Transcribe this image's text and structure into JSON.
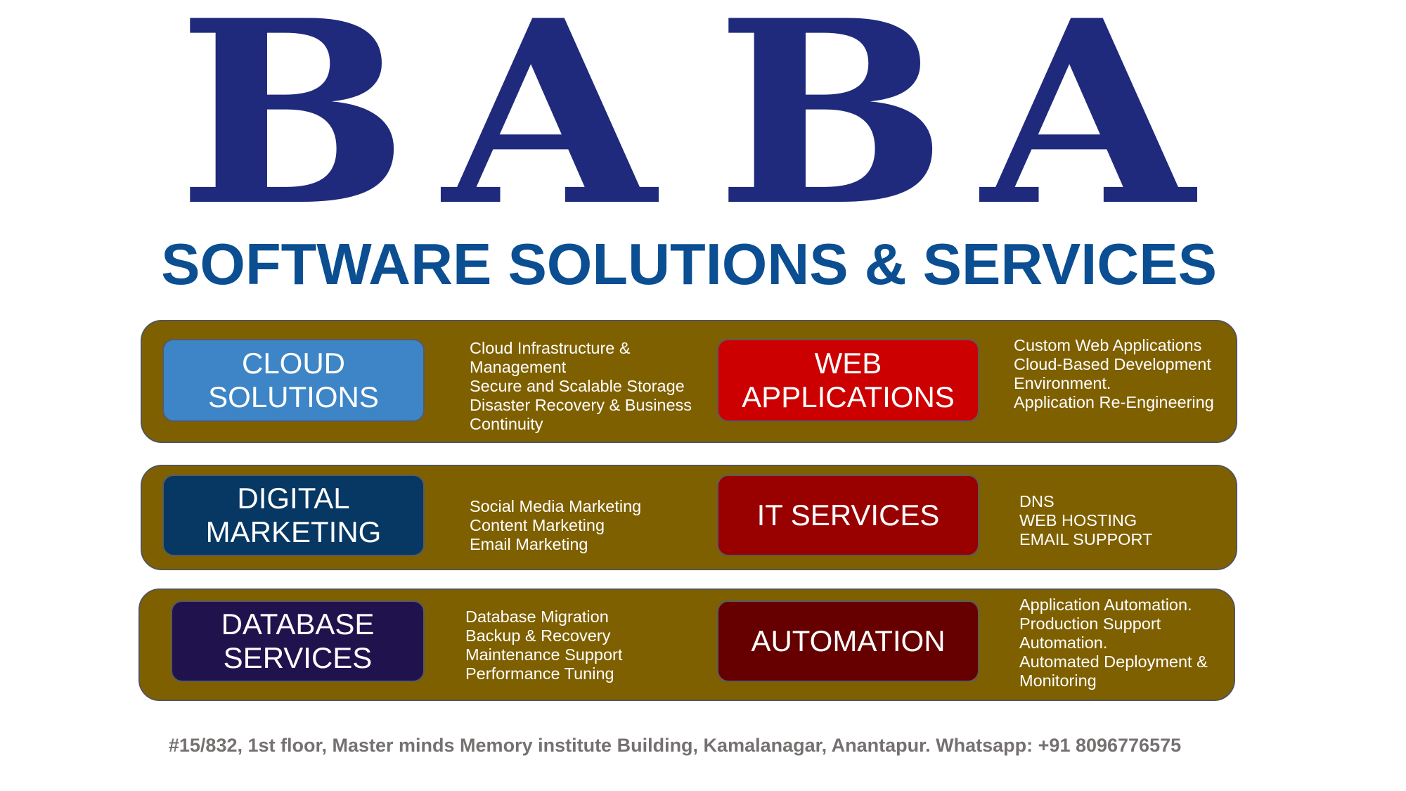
{
  "brand": {
    "letters": [
      "B",
      "A",
      "B",
      "A"
    ],
    "tagline": "SOFTWARE SOLUTIONS & SERVICES",
    "color": "#1f2a7c",
    "tagline_color": "#0b4e91"
  },
  "colors": {
    "band": "#7f6000",
    "cloud": "#3d85c6",
    "web": "#cc0000",
    "digital": "#073763",
    "it": "#990000",
    "database": "#20124d",
    "automation": "#660000"
  },
  "services": {
    "cloud": {
      "label": "CLOUD\nSOLUTIONS",
      "details": [
        "Cloud Infrastructure &",
        "Management",
        "Secure and Scalable Storage",
        "Disaster Recovery & Business",
        "Continuity"
      ]
    },
    "web": {
      "label": "WEB\nAPPLICATIONS",
      "details": [
        "Custom Web Applications",
        "Cloud-Based Development",
        "Environment.",
        "Application Re-Engineering"
      ]
    },
    "digital": {
      "label": "DIGITAL\nMARKETING",
      "details": [
        "Social Media Marketing",
        "Content Marketing",
        "Email Marketing"
      ]
    },
    "it": {
      "label": "IT SERVICES",
      "details": [
        "DNS",
        "WEB HOSTING",
        "EMAIL SUPPORT"
      ]
    },
    "database": {
      "label": "DATABASE\nSERVICES",
      "details": [
        "Database Migration",
        "Backup & Recovery",
        "Maintenance Support",
        "Performance Tuning"
      ]
    },
    "automation": {
      "label": "AUTOMATION",
      "details": [
        "Application Automation.",
        "Production Support",
        "Automation.",
        "Automated Deployment &",
        "Monitoring"
      ]
    }
  },
  "footer": {
    "address": "#15/832, 1st floor, Master minds Memory institute Building, Kamalanagar, Anantapur. Whatsapp: +91 8096776575"
  }
}
